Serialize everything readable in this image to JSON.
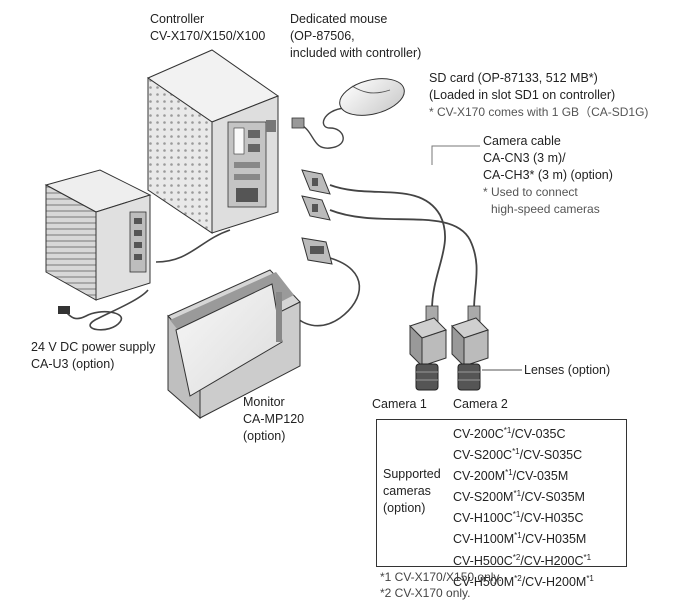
{
  "controller": {
    "title": "Controller",
    "models": "CV-X170/X150/X100"
  },
  "mouse": {
    "title": "Dedicated mouse",
    "part": "(OP-87506,",
    "note": "included with controller)"
  },
  "sd_card": {
    "title": "SD card (OP-87133, 512 MB*)",
    "location": "(Loaded in slot SD1 on controller)",
    "note": "* CV-X170 comes with 1 GB（CA-SD1G)"
  },
  "camera_cable": {
    "title": "Camera cable",
    "model1": "CA-CN3 (3 m)/",
    "model2": "CA-CH3* (3 m) (option)",
    "note1": "* Used to connect",
    "note2": "high-speed cameras"
  },
  "power_supply": {
    "title": "24 V DC power supply",
    "model": "CA-U3 (option)"
  },
  "monitor": {
    "title": "Monitor",
    "model": "CA-MP120",
    "option": "(option)"
  },
  "lenses": {
    "label": "Lenses (option)"
  },
  "cameras": {
    "camera1": "Camera 1",
    "camera2": "Camera 2"
  },
  "supported_cameras": {
    "label_line1": "Supported",
    "label_line2": "cameras",
    "label_line3": "(option)",
    "rows": [
      {
        "a": "CV-200C",
        "a_mark": "*1",
        "b": "/CV-035C",
        "b_mark": ""
      },
      {
        "a": "CV-S200C",
        "a_mark": "*1",
        "b": "/CV-S035C",
        "b_mark": ""
      },
      {
        "a": "CV-200M",
        "a_mark": "*1",
        "b": "/CV-035M",
        "b_mark": ""
      },
      {
        "a": "CV-S200M",
        "a_mark": "*1",
        "b": "/CV-S035M",
        "b_mark": ""
      },
      {
        "a": "CV-H100C",
        "a_mark": "*1",
        "b": "/CV-H035C",
        "b_mark": ""
      },
      {
        "a": "CV-H100M",
        "a_mark": "*1",
        "b": "/CV-H035M",
        "b_mark": ""
      },
      {
        "a": "CV-H500C",
        "a_mark": "*2",
        "b": "/CV-H200C",
        "b_mark": "*1"
      },
      {
        "a": "CV-H500M",
        "a_mark": "*2",
        "b": "/CV-H200M",
        "b_mark": "*1"
      }
    ]
  },
  "footnotes": {
    "note1": "*1 CV-X170/X150 only.",
    "note2": "*2 CV-X170 only."
  }
}
